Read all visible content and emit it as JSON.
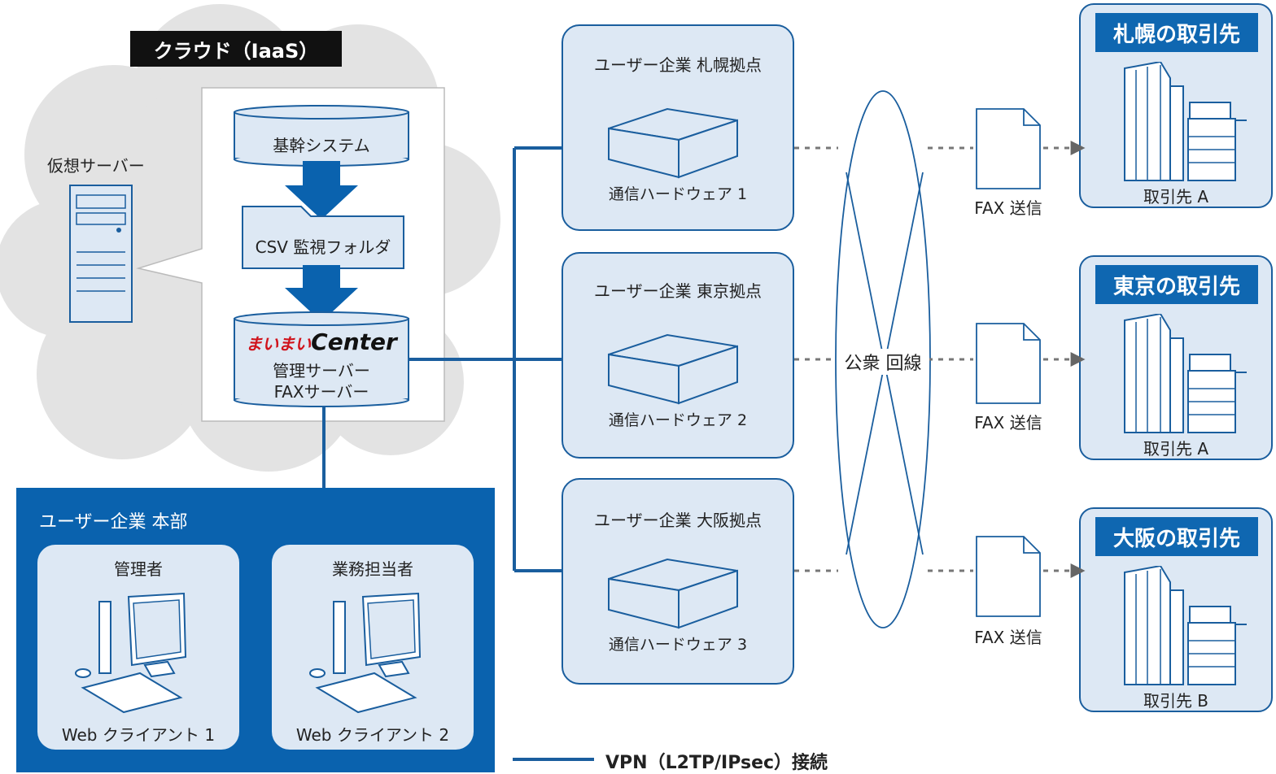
{
  "cloud": {
    "label": "クラウド（IaaS）",
    "virtual_server_label": "仮想サーバー"
  },
  "stack": {
    "core_system": "基幹システム",
    "csv_folder": "CSV 監視フォルダ",
    "logo_script": "まいまい",
    "logo_text": "Center",
    "mgmt_server": "管理サーバー",
    "fax_server": "FAXサーバー"
  },
  "hq": {
    "title": "ユーザー企業 本部",
    "admin_label": "管理者",
    "staff_label": "業務担当者",
    "client1": "Web クライアント 1",
    "client2": "Web クライアント 2"
  },
  "sites": [
    {
      "title": "ユーザー企業 札幌拠点",
      "device": "通信ハードウェア 1"
    },
    {
      "title": "ユーザー企業 東京拠点",
      "device": "通信ハードウェア 2"
    },
    {
      "title": "ユーザー企業 大阪拠点",
      "device": "通信ハードウェア 3"
    }
  ],
  "network": {
    "public_line": "公衆 回線"
  },
  "fax": {
    "send_label": "FAX 送信"
  },
  "partners": [
    {
      "title": "札幌の取引先",
      "name": "取引先 A"
    },
    {
      "title": "東京の取引先",
      "name": "取引先 A"
    },
    {
      "title": "大阪の取引先",
      "name": "取引先 B"
    }
  ],
  "legend": {
    "vpn_label": "VPN（L2TP/IPsec）接続"
  },
  "colors": {
    "brand_blue": "#0a62ae",
    "light_blue": "#dde8f4",
    "line_blue": "#1a5e9e",
    "cloud_gray": "#e3e3e3"
  }
}
